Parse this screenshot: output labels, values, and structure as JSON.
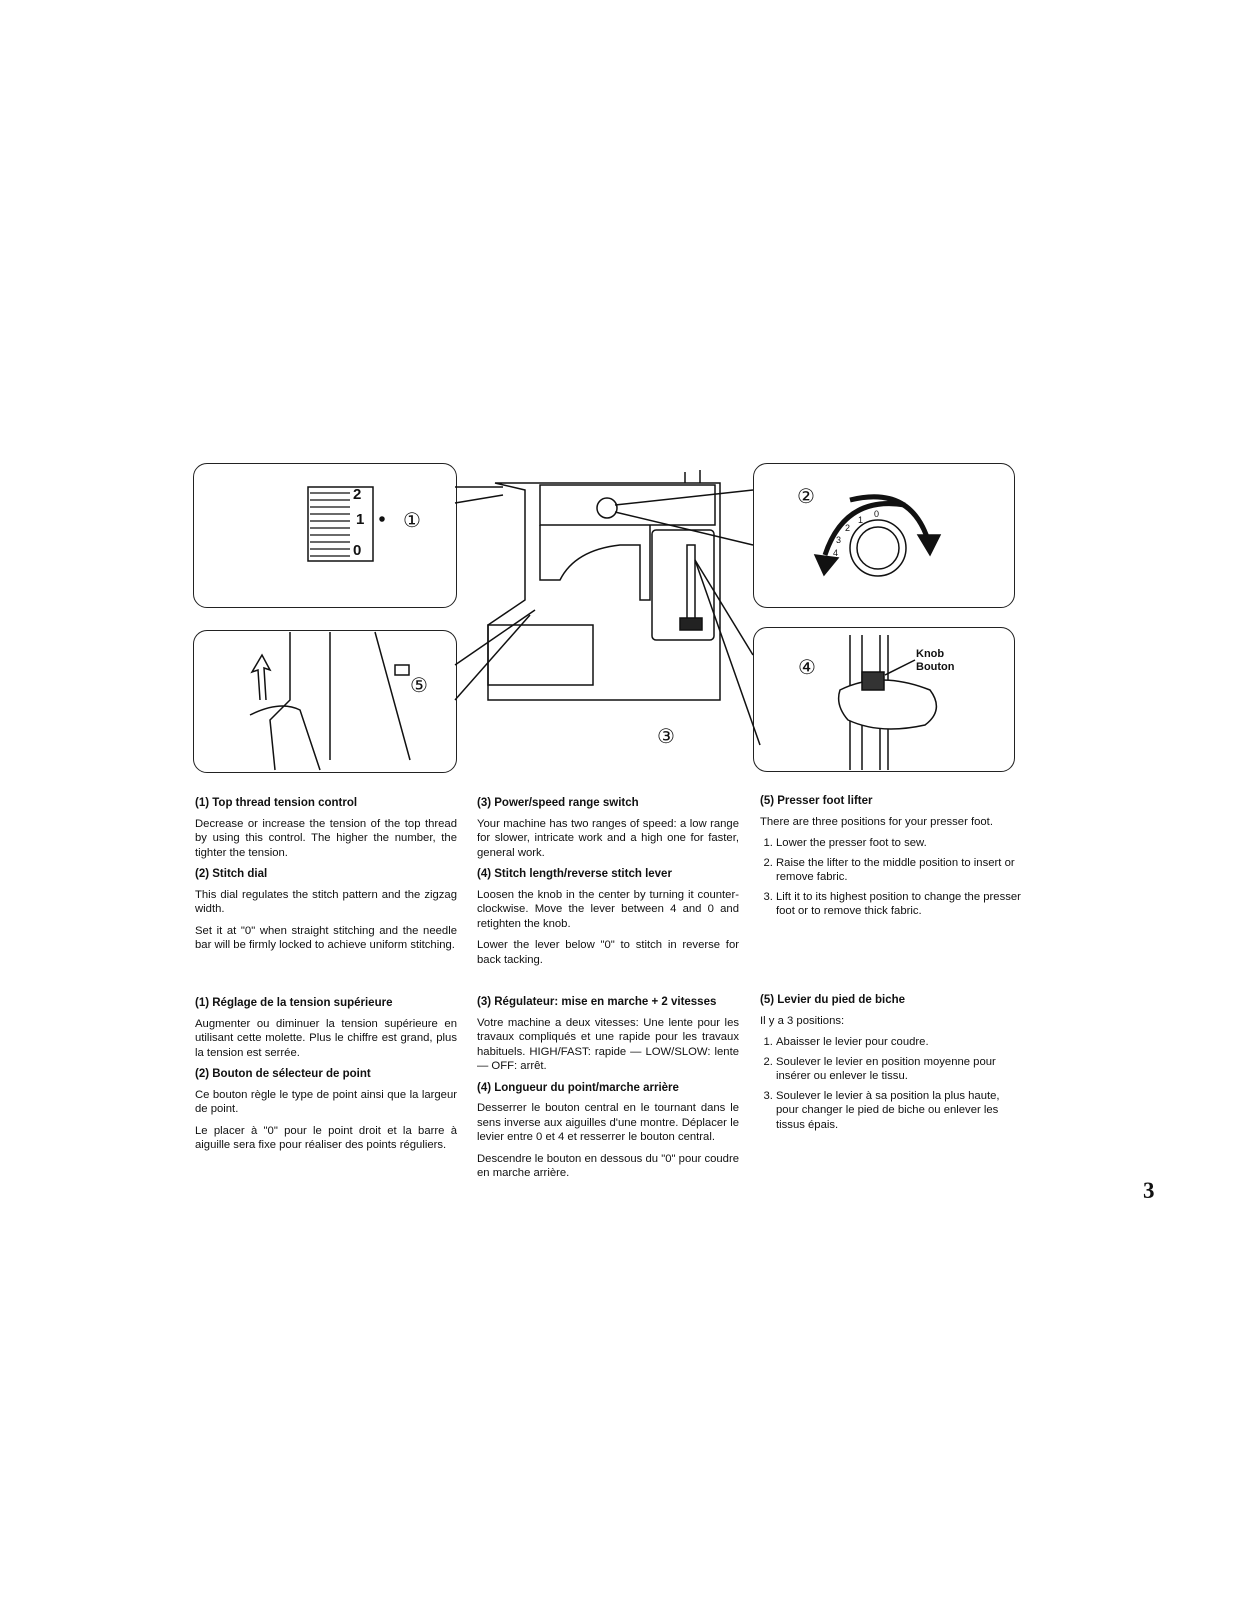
{
  "figure": {
    "callouts": [
      "①",
      "②",
      "③",
      "④",
      "⑤"
    ],
    "tension_dial_numbers": [
      "2",
      "1",
      "0"
    ],
    "stitch_dial_numbers": [
      "0",
      "1",
      "2",
      "3",
      "4"
    ],
    "knob_label_en": "Knob",
    "knob_label_fr": "Bouton"
  },
  "english": {
    "col1": [
      {
        "title": "(1) Top thread tension control",
        "paras": [
          "Decrease or increase the tension of the top thread by using this control. The higher the number, the tighter the tension."
        ]
      },
      {
        "title": "(2) Stitch dial",
        "paras": [
          "This dial regulates the stitch pattern and the zigzag width.",
          "Set it at \"0\" when straight stitching and the needle bar will be firmly locked to achieve uniform stitching."
        ]
      }
    ],
    "col2": [
      {
        "title": "(3) Power/speed range switch",
        "paras": [
          "Your machine has two ranges of speed: a low range for slower, intricate work and a high one for faster, general work."
        ]
      },
      {
        "title": "(4) Stitch length/reverse stitch lever",
        "paras": [
          "Loosen the knob in the center by turning it counter-clockwise. Move the lever between 4 and 0 and retighten the knob.",
          "Lower the lever below \"0\" to stitch in reverse for back tacking."
        ]
      }
    ],
    "col3": {
      "title": "(5) Presser foot lifter",
      "intro": "There are three positions for your presser foot.",
      "items": [
        "Lower the presser foot to sew.",
        "Raise the lifter to the middle position to insert or remove fabric.",
        "Lift it to its highest position to change the presser foot or to remove thick fabric."
      ]
    }
  },
  "french": {
    "col1": [
      {
        "title": "(1) Réglage de la tension supérieure",
        "paras": [
          "Augmenter ou diminuer la tension supérieure en utilisant cette molette. Plus le chiffre est grand, plus la tension est serrée."
        ]
      },
      {
        "title": "(2) Bouton de sélecteur de point",
        "paras": [
          "Ce bouton règle le type de point ainsi que la largeur de point.",
          "Le placer à \"0\" pour le point droit et la barre à aiguille sera fixe pour réaliser des points réguliers."
        ]
      }
    ],
    "col2": [
      {
        "title": "(3) Régulateur: mise en marche + 2 vitesses",
        "paras": [
          "Votre machine a deux vitesses: Une lente pour les travaux compliqués et une rapide pour les travaux habituels. HIGH/FAST: rapide — LOW/SLOW: lente — OFF: arrêt."
        ]
      },
      {
        "title": "(4) Longueur du point/marche arrière",
        "paras": [
          "Desserrer le bouton central en le tournant dans le sens inverse aux aiguilles d'une montre. Déplacer le levier entre 0 et 4 et resserrer le bouton central.",
          "Descendre le bouton en dessous du \"0\" pour coudre en marche arrière."
        ]
      }
    ],
    "col3": {
      "title": "(5) Levier du pied de biche",
      "intro": "Il y a 3 positions:",
      "items": [
        "Abaisser le levier pour coudre.",
        "Soulever le levier en position moyenne pour insérer ou enlever le tissu.",
        "Soulever le levier à sa position la plus haute, pour changer le pied de biche ou enlever les tissus épais."
      ]
    }
  },
  "page_number": "3"
}
